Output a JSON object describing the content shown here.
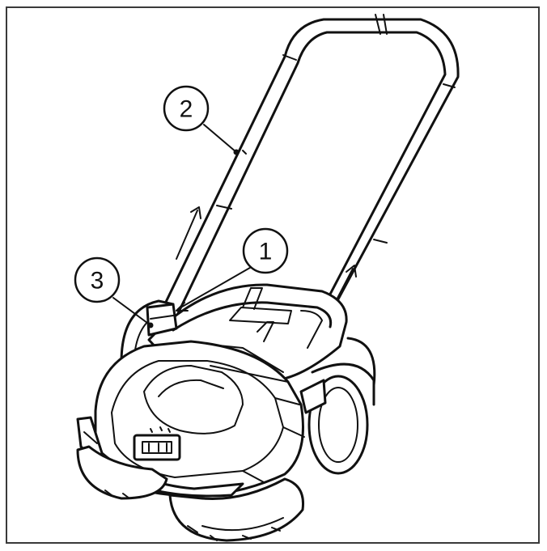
{
  "callouts": [
    {
      "id": "1",
      "label": "1"
    },
    {
      "id": "2",
      "label": "2"
    },
    {
      "id": "3",
      "label": "3"
    }
  ],
  "colors": {
    "line": "#111111",
    "frame": "#3a3a3a",
    "background": "#ffffff"
  }
}
